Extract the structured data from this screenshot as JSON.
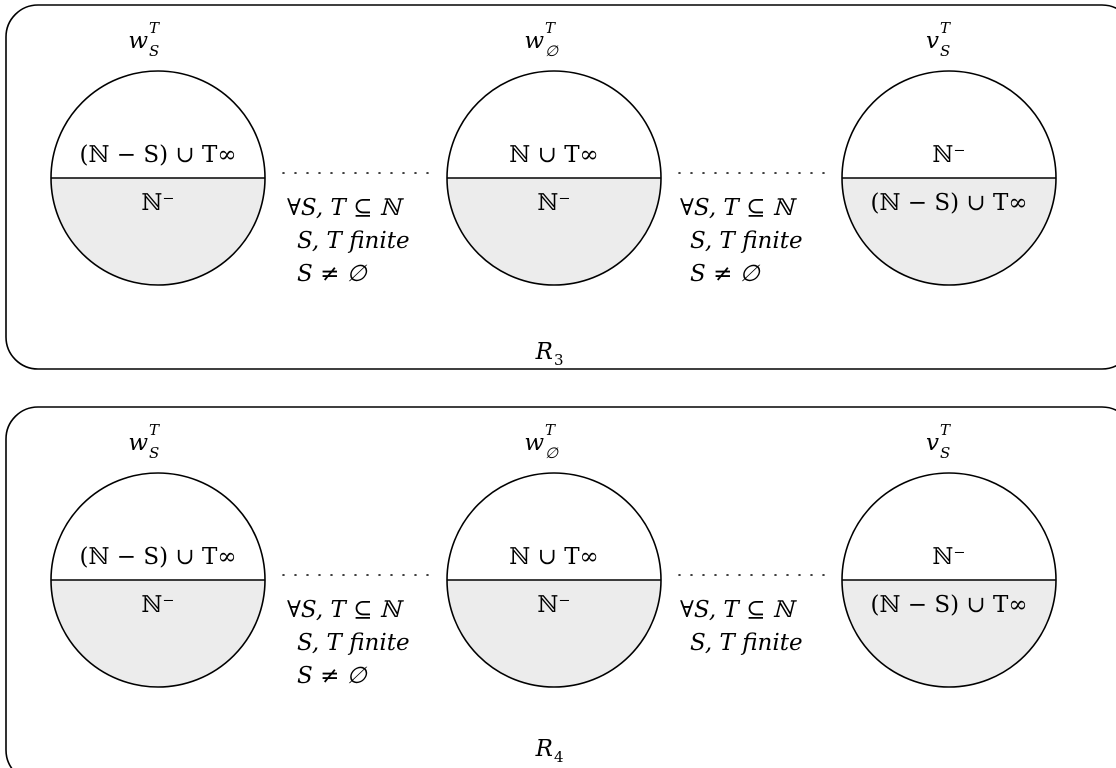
{
  "panels": [
    {
      "label": "R",
      "label_sub": "3",
      "worlds": [
        {
          "name": "w",
          "sup": "T",
          "sub": "S",
          "top": "(ℕ − S) ∪ T∞",
          "bottom": "ℕ⁻"
        },
        {
          "name": "w",
          "sup": "T",
          "sub": "∅",
          "top": "ℕ ∪ T∞",
          "bottom": "ℕ⁻"
        },
        {
          "name": "v",
          "sup": "T",
          "sub": "S",
          "top": "ℕ⁻",
          "bottom": "(ℕ − S) ∪ T∞"
        }
      ],
      "conditions": [
        [
          "∀S, T ⊆ ℕ",
          "S, T finite",
          "S ≠ ∅"
        ],
        [
          "∀S, T ⊆ ℕ",
          "S, T finite",
          "S ≠ ∅"
        ]
      ]
    },
    {
      "label": "R",
      "label_sub": "4",
      "worlds": [
        {
          "name": "w",
          "sup": "T",
          "sub": "S",
          "top": "(ℕ − S) ∪ T∞",
          "bottom": "ℕ⁻"
        },
        {
          "name": "w",
          "sup": "T",
          "sub": "∅",
          "top": "ℕ ∪ T∞",
          "bottom": "ℕ⁻"
        },
        {
          "name": "v",
          "sup": "T",
          "sub": "S",
          "top": "ℕ⁻",
          "bottom": "(ℕ − S) ∪ T∞"
        }
      ],
      "conditions": [
        [
          "∀S, T ⊆ ℕ",
          "S, T finite",
          "S ≠ ∅"
        ],
        [
          "∀S, T ⊆ ℕ",
          "S, T finite"
        ]
      ]
    }
  ],
  "colors": {
    "shade": "#ececec",
    "stroke": "#000000"
  }
}
